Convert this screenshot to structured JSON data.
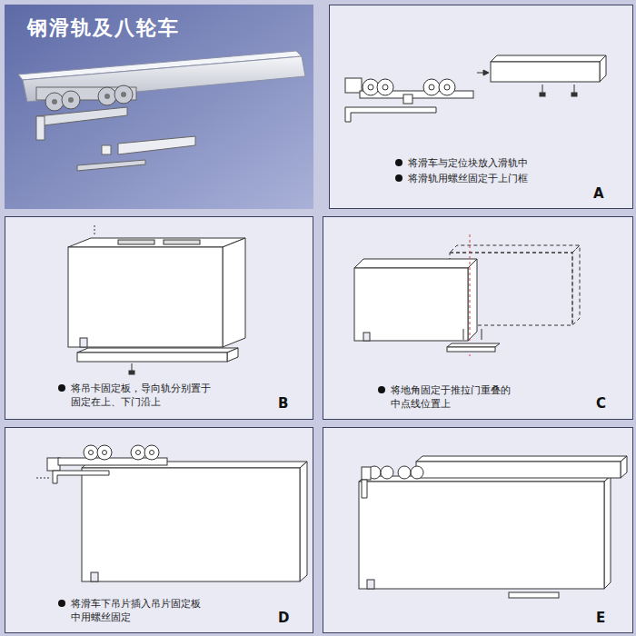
{
  "diagram": {
    "title": "钢滑轨及八轮车",
    "nodes": [
      {
        "text": [
          "将滑车与定位块放入滑轨中",
          "将滑轨用螺丝固定于上门框",
          "A"
        ]
      },
      {
        "text": [
          "将吊卡固定板，导向轨分别置于 固定在上、下门沿上",
          "B"
        ]
      },
      {
        "text": [
          "将地角固定于推拉门重叠的 中点线位置上",
          "C"
        ]
      },
      {
        "text": [
          "将滑车下吊片插入吊片固定板 中用螺丝固定",
          "D"
        ]
      },
      {
        "text": [
          "E"
        ]
      }
    ]
  }
}
